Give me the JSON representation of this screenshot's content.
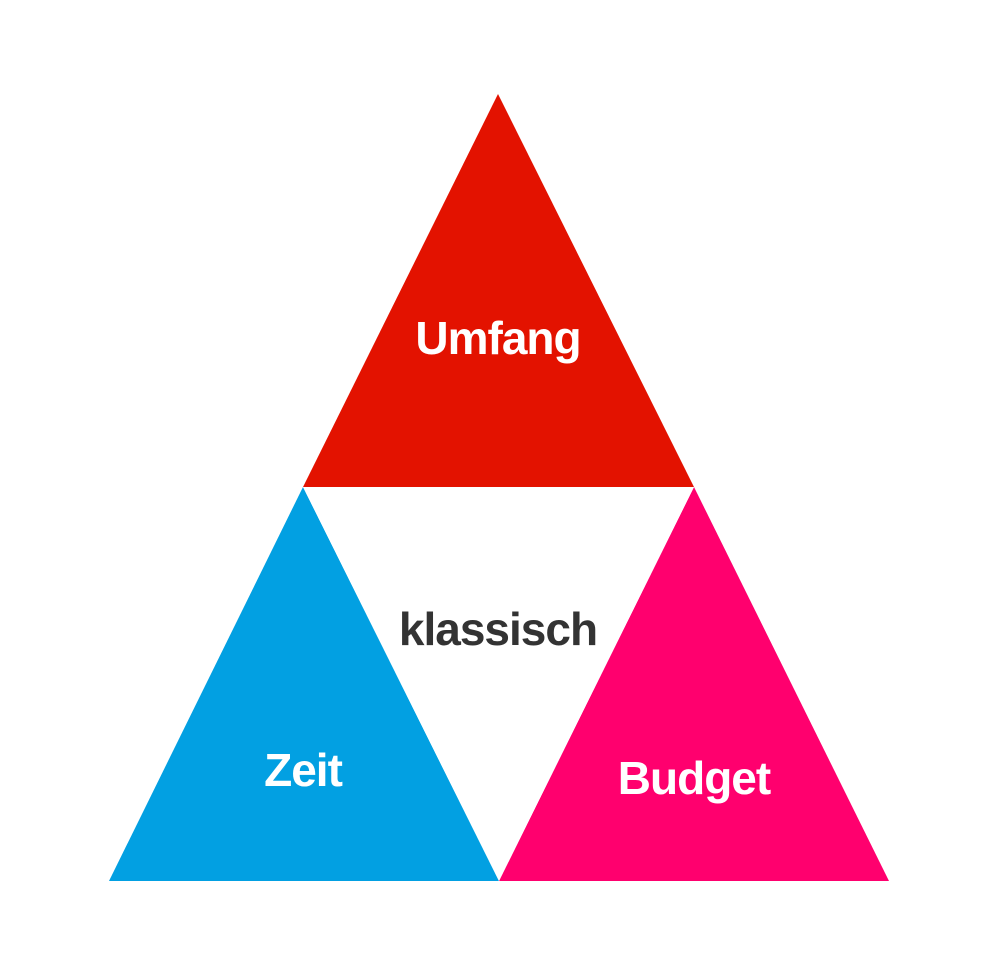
{
  "diagram": {
    "top": {
      "label": "Umfang",
      "color": "#e31200",
      "text_color": "#ffffff"
    },
    "left": {
      "label": "Zeit",
      "color": "#02a0e2",
      "text_color": "#ffffff"
    },
    "right": {
      "label": "Budget",
      "color": "#ff006e",
      "text_color": "#ffffff"
    },
    "center": {
      "label": "klassisch",
      "color": "#ffffff",
      "text_color": "#333333"
    }
  }
}
